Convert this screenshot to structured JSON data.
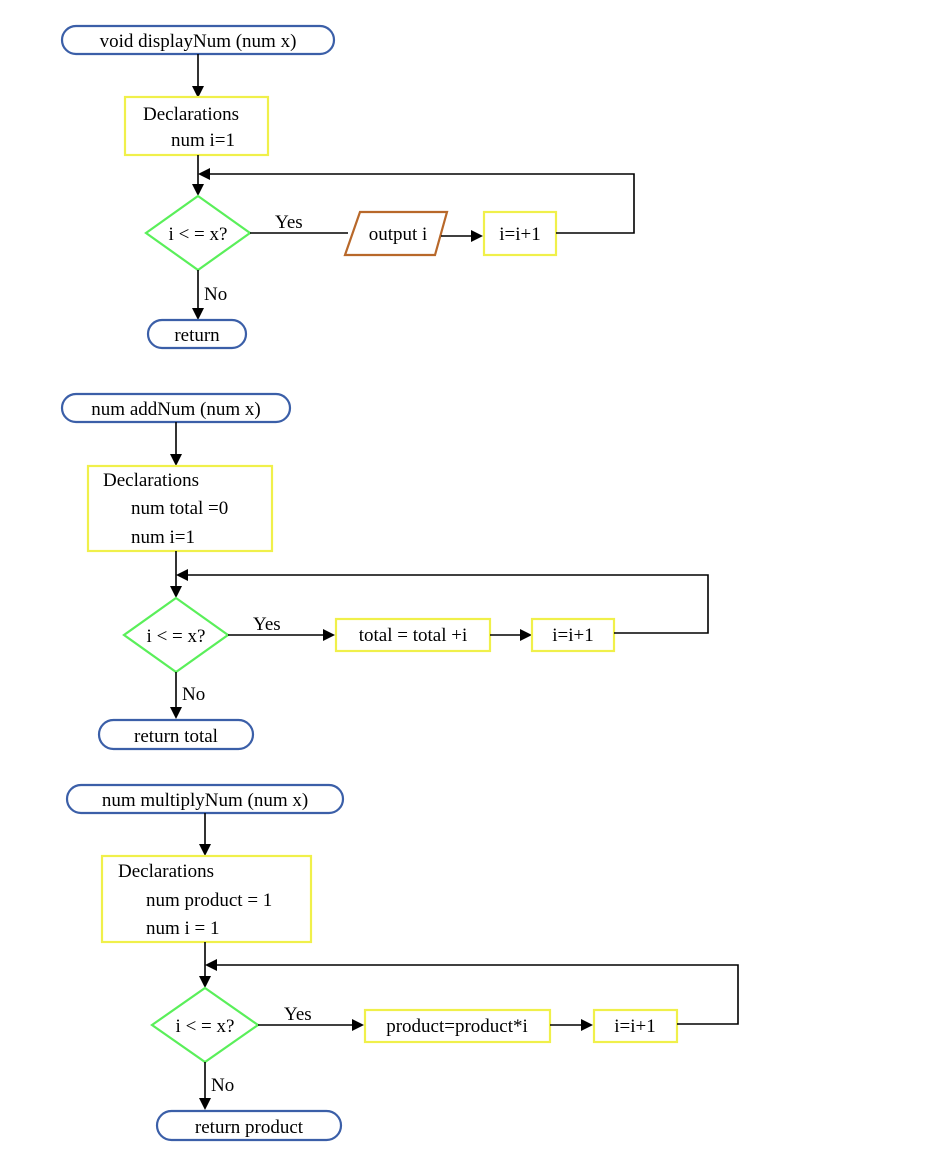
{
  "flowcharts": [
    {
      "start": "void displayNum (num x)",
      "declarations": {
        "heading": "Declarations",
        "lines": [
          "num i=1"
        ]
      },
      "condition": "i < = x?",
      "yes_label": "Yes",
      "no_label": "No",
      "steps": [
        "output i",
        "i=i+1"
      ],
      "end": "return"
    },
    {
      "start": "num addNum (num x)",
      "declarations": {
        "heading": "Declarations",
        "lines": [
          "num total =0",
          "num i=1"
        ]
      },
      "condition": "i < = x?",
      "yes_label": "Yes",
      "no_label": "No",
      "steps": [
        "total = total +i",
        "i=i+1"
      ],
      "end": "return total"
    },
    {
      "start": "num multiplyNum (num x)",
      "declarations": {
        "heading": "Declarations",
        "lines": [
          "num product = 1",
          "num i = 1"
        ]
      },
      "condition": "i < = x?",
      "yes_label": "Yes",
      "no_label": "No",
      "steps": [
        "product=product*i",
        "i=i+1"
      ],
      "end": "return product"
    }
  ],
  "colors": {
    "terminal_border": "#3b5fa8",
    "process_border": "#f0f04a",
    "decision_border": "#5aef5a",
    "io_border": "#b8682a",
    "connector": "#000000"
  }
}
